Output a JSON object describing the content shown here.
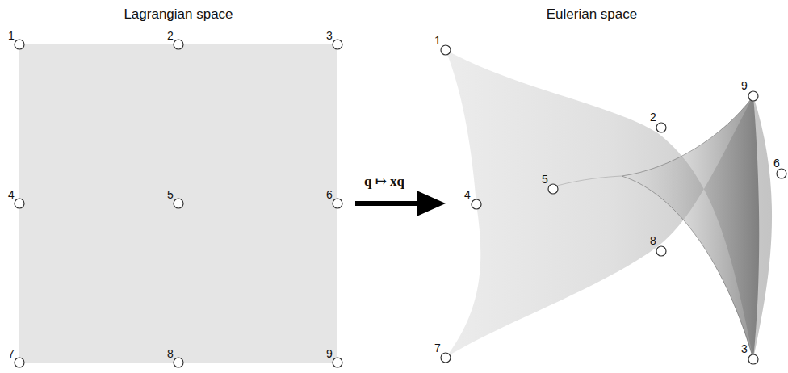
{
  "diagram": {
    "labels": [
      "Lagrangian space",
      "Eulerian space",
      "q ↦ xq",
      "1",
      "2",
      "3",
      "4",
      "5",
      "6",
      "7",
      "8",
      "9",
      "1",
      "2",
      "3",
      "4",
      "5",
      "6",
      "7",
      "8",
      "9"
    ]
  }
}
